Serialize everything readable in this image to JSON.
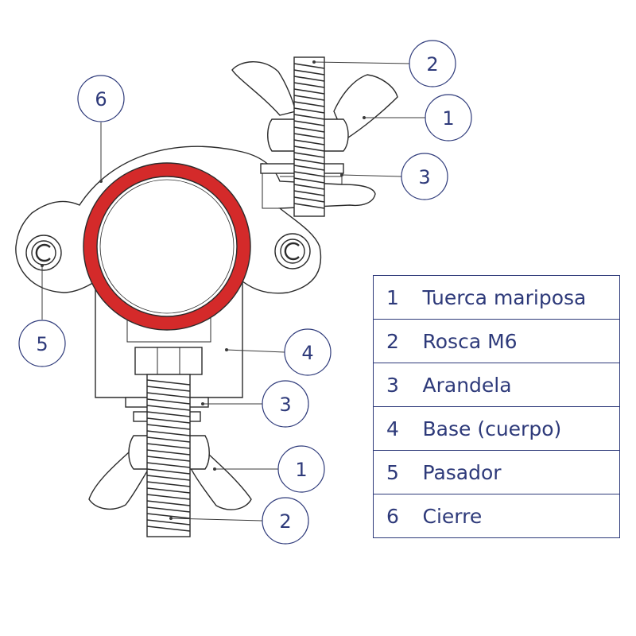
{
  "callouts": [
    {
      "id": "c2-top",
      "label": "2"
    },
    {
      "id": "c1-top",
      "label": "1"
    },
    {
      "id": "c3-top",
      "label": "3"
    },
    {
      "id": "c6",
      "label": "6"
    },
    {
      "id": "c5",
      "label": "5"
    },
    {
      "id": "c4",
      "label": "4"
    },
    {
      "id": "c3-bottom",
      "label": "3"
    },
    {
      "id": "c1-bottom",
      "label": "1"
    },
    {
      "id": "c2-bottom",
      "label": "2"
    }
  ],
  "legend": [
    {
      "num": "1",
      "name": "Tuerca mariposa"
    },
    {
      "num": "2",
      "name": "Rosca M6"
    },
    {
      "num": "3",
      "name": "Arandela"
    },
    {
      "num": "4",
      "name": "Base (cuerpo)"
    },
    {
      "num": "5",
      "name": "Pasador"
    },
    {
      "num": "6",
      "name": "Cierre"
    }
  ],
  "colors": {
    "accent": "#2e3a7a",
    "ring": "#d42a2a",
    "line": "#2b2b2b"
  },
  "icons": {
    "pin_left": "pin-c-icon",
    "pin_right": "pin-c-icon"
  }
}
